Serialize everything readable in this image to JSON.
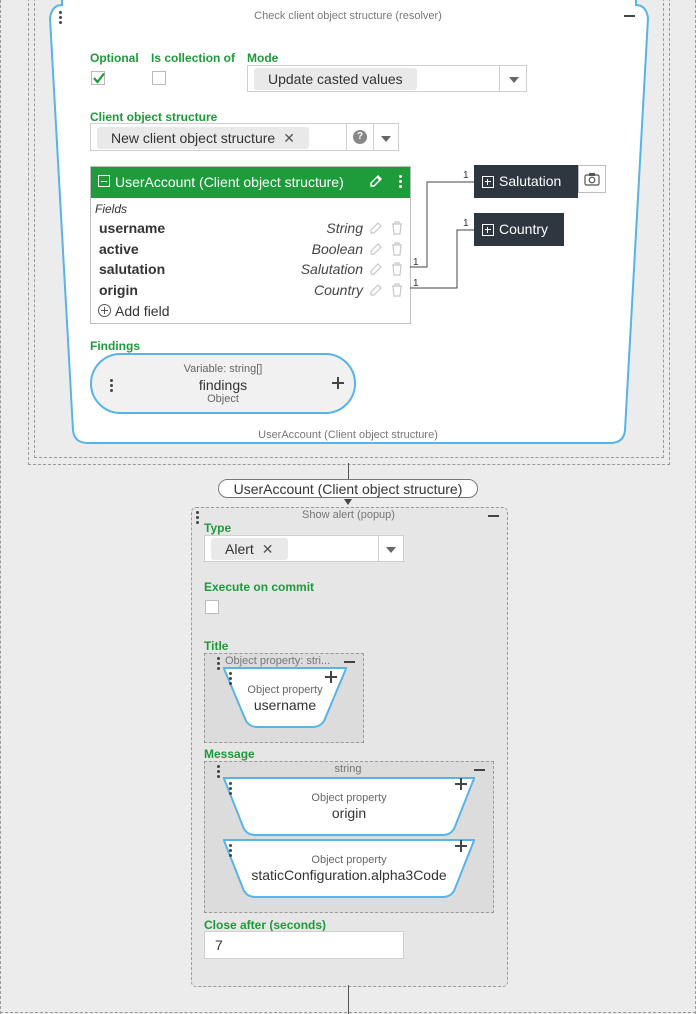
{
  "resolver": {
    "header": "Check client object structure (resolver)",
    "optional_label": "Optional",
    "optional_checked": true,
    "collection_label": "Is collection of",
    "collection_checked": false,
    "mode_label": "Mode",
    "mode_value": "Update casted values",
    "client_object_structure_label": "Client object structure",
    "client_object_structure_value": "New client object structure",
    "help_glyph": "?",
    "footer": "UserAccount (Client object structure)"
  },
  "structure": {
    "title": "UserAccount (Client object structure)",
    "fields_label": "Fields",
    "fields": [
      {
        "name": "username",
        "type": "String"
      },
      {
        "name": "active",
        "type": "Boolean"
      },
      {
        "name": "salutation",
        "type": "Salutation"
      },
      {
        "name": "origin",
        "type": "Country"
      }
    ],
    "add_field_label": "Add field"
  },
  "related": {
    "salutation": {
      "label": "Salutation",
      "cardinality_left": "1",
      "cardinality_right": "1"
    },
    "country": {
      "label": "Country",
      "cardinality_left": "1",
      "cardinality_right": "1"
    }
  },
  "findings": {
    "label": "Findings",
    "variable_type": "Variable: string[]",
    "name": "findings",
    "kind": "Object"
  },
  "connector_label": "UserAccount (Client object structure)",
  "alert": {
    "header": "Show alert (popup)",
    "type_label": "Type",
    "type_value": "Alert",
    "execute_label": "Execute on commit",
    "execute_checked": false,
    "title_label": "Title",
    "title_box_header": "Object property: stri...",
    "title_prop_kind": "Object property",
    "title_prop_name": "username",
    "message_label": "Message",
    "message_box_header": "string",
    "message_props": [
      {
        "kind": "Object property",
        "name": "origin"
      },
      {
        "kind": "Object property",
        "name": "staticConfiguration.alpha3Code"
      }
    ],
    "close_label": "Close after (seconds)",
    "close_value": "7"
  },
  "colors": {
    "green": "#1f9a3a",
    "header_green": "#1e9c3c",
    "node_dark": "#2e3740",
    "accent_blue": "#58b4e6"
  }
}
